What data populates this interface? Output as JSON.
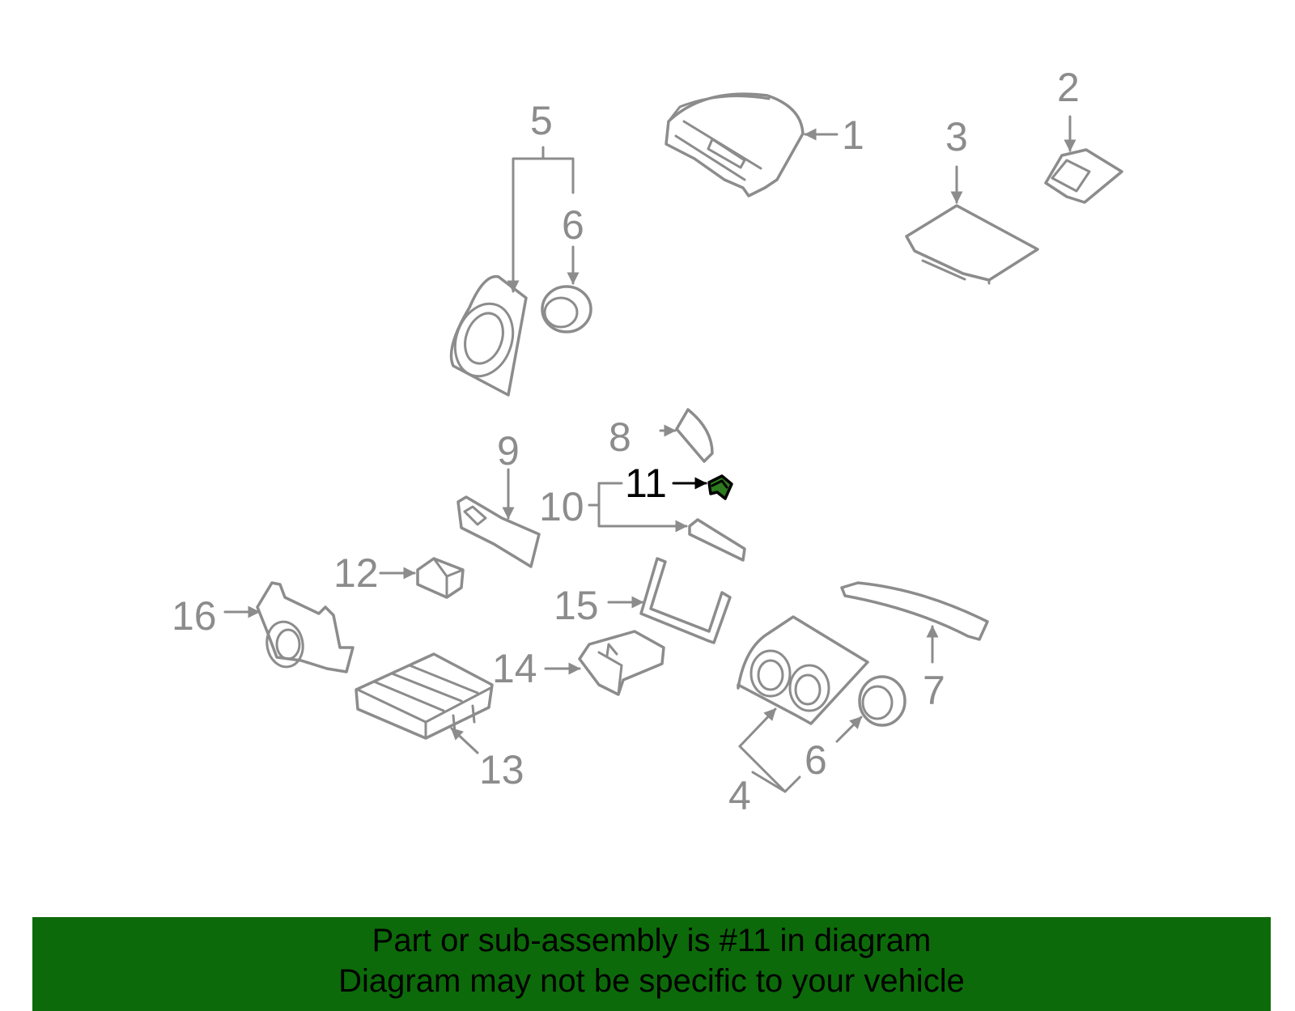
{
  "callouts": {
    "c1": "1",
    "c2": "2",
    "c3": "3",
    "c4": "4",
    "c5": "5",
    "c6a": "6",
    "c6b": "6",
    "c7": "7",
    "c8": "8",
    "c9": "9",
    "c10": "10",
    "c11": "11",
    "c12": "12",
    "c13": "13",
    "c14": "14",
    "c15": "15",
    "c16": "16"
  },
  "highlighted_part": "11",
  "colors": {
    "highlight_fill": "#2d7a1f",
    "banner_bg": "#0d6a0a",
    "line_gray": "#8c8c8c"
  },
  "banner": {
    "line1": "Part or sub-assembly is #11 in diagram",
    "line2": "Diagram may not be specific to your vehicle"
  }
}
